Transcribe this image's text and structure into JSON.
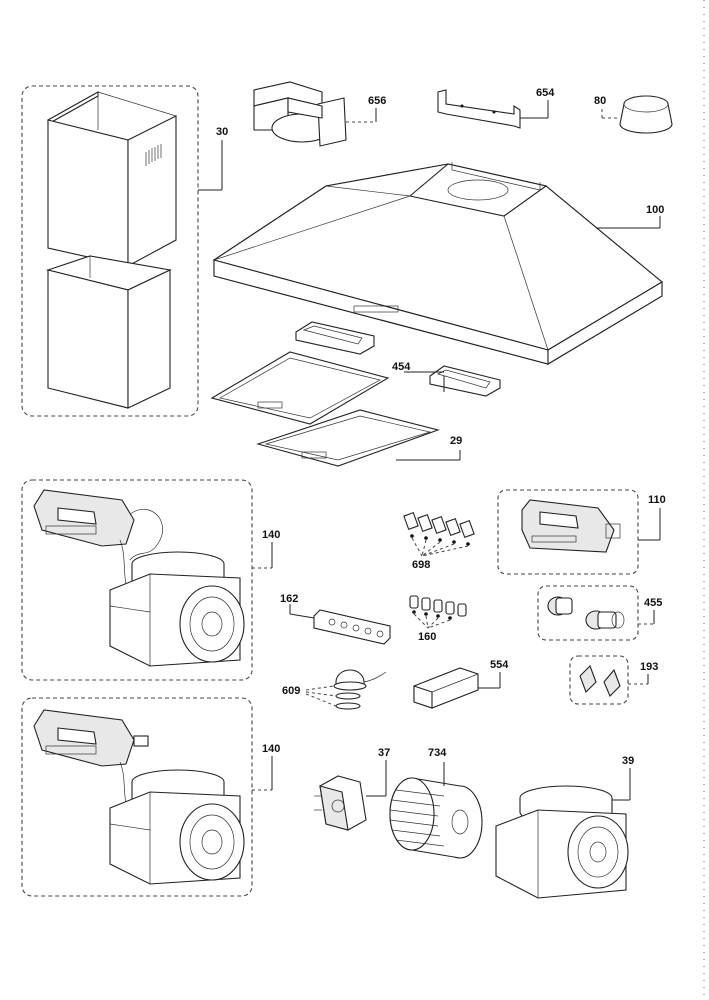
{
  "diagram": {
    "part_numbers": {
      "chimney": "30",
      "duct_adapter": "656",
      "bracket": "654",
      "collar": "80",
      "hood_body": "100",
      "filter_clips": "454",
      "grease_filters": "29",
      "motor_unit_top": "140",
      "control_module": "110",
      "lamp_holders_698": "698",
      "control_board": "162",
      "push_buttons": "160",
      "pair_455": "455",
      "lamp_609": "609",
      "capacitor_554": "554",
      "clips_193": "193",
      "motor_unit_bottom": "140",
      "motor_37": "37",
      "fan_wheel": "734",
      "fan_housing": "39"
    }
  }
}
